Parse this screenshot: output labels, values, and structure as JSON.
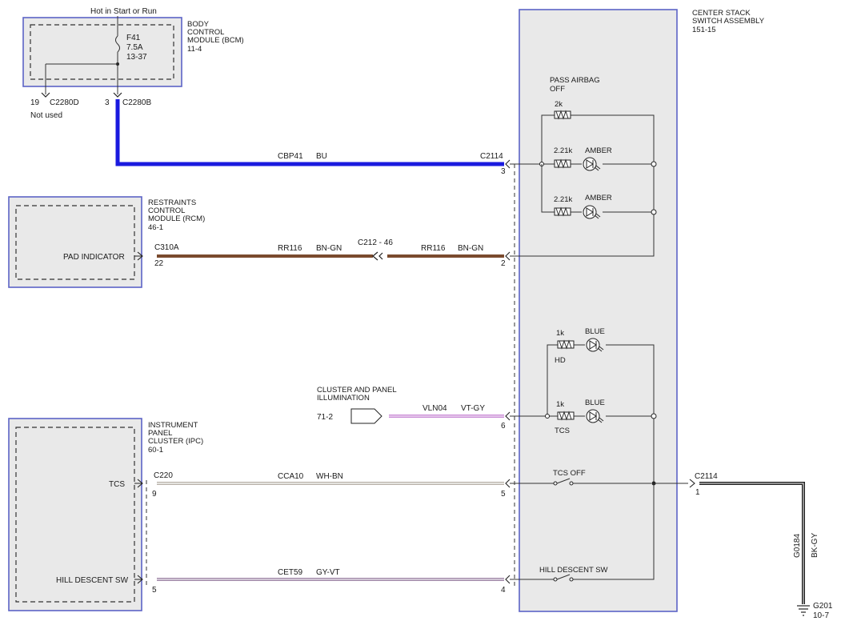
{
  "colors": {
    "blue_wire": "#1a1adf",
    "brown_wire": "#7a4a2e",
    "violet_gray_wire": "#c98bd6",
    "white_brown_wire": "#b8b0a8",
    "gray_violet_wire": "#a088a8",
    "black_gray_wire": "#222222",
    "module_border": "#5c63c6"
  },
  "power": {
    "label": "Hot in Start or Run"
  },
  "bcm": {
    "name": [
      "BODY",
      "CONTROL",
      "MODULE (BCM)"
    ],
    "ref": "11-4",
    "fuse": {
      "id": "F41",
      "rating": "7.5A",
      "ref": "13-37"
    },
    "pin_d": {
      "pin": "19",
      "connector": "C2280D",
      "note": "Not used"
    },
    "pin_b": {
      "pin": "3",
      "connector": "C2280B"
    }
  },
  "center_stack": {
    "name": [
      "CENTER STACK",
      "SWITCH ASSEMBLY"
    ],
    "ref": "151-15",
    "pass_airbag": [
      "PASS AIRBAG",
      "OFF"
    ],
    "r_2k": "2k",
    "r_221k_a": "2.21k",
    "r_221k_b": "2.21k",
    "amber_a": "AMBER",
    "amber_b": "AMBER",
    "r_1k_a": "1k",
    "r_1k_b": "1k",
    "blue_a": "BLUE",
    "blue_b": "BLUE",
    "hd_label": "HD",
    "tcs_label": "TCS",
    "tcs_off_label": "TCS OFF",
    "hill_descent_label": "HILL DESCENT SW"
  },
  "rcm": {
    "name": [
      "RESTRAINTS",
      "CONTROL",
      "MODULE (RCM)"
    ],
    "ref": "46-1",
    "pin_label": "PAD INDICATOR",
    "connector": "C310A",
    "pin": "22"
  },
  "ipc": {
    "name": [
      "INSTRUMENT",
      "PANEL",
      "CLUSTER (IPC)"
    ],
    "ref": "60-1",
    "tcs_label": "TCS",
    "hill_label": "HILL DESCENT SW",
    "connector": "C220",
    "tcs_pin": "9",
    "hill_pin": "5"
  },
  "cluster_illum": {
    "name": [
      "CLUSTER AND PANEL",
      "ILLUMINATION"
    ],
    "ref": "71-2"
  },
  "wires": {
    "cbp41": {
      "circuit": "CBP41",
      "color": "BU",
      "connector": "C2114",
      "pin": "3"
    },
    "rr116_left": {
      "circuit": "RR116",
      "color": "BN-GN"
    },
    "inline_conn": "C212 - 46",
    "rr116_right": {
      "circuit": "RR116",
      "color": "BN-GN",
      "pin": "2"
    },
    "vln04": {
      "circuit": "VLN04",
      "color": "VT-GY",
      "pin": "6"
    },
    "cca10": {
      "circuit": "CCA10",
      "color": "WH-BN",
      "pin": "5"
    },
    "cet59": {
      "circuit": "CET59",
      "color": "GY-VT",
      "pin": "4"
    },
    "g0184": {
      "circuit": "G0184",
      "color": "BK-GY",
      "connector": "C2114",
      "pin": "1"
    }
  },
  "ground": {
    "id": "G201",
    "ref": "10-7"
  }
}
